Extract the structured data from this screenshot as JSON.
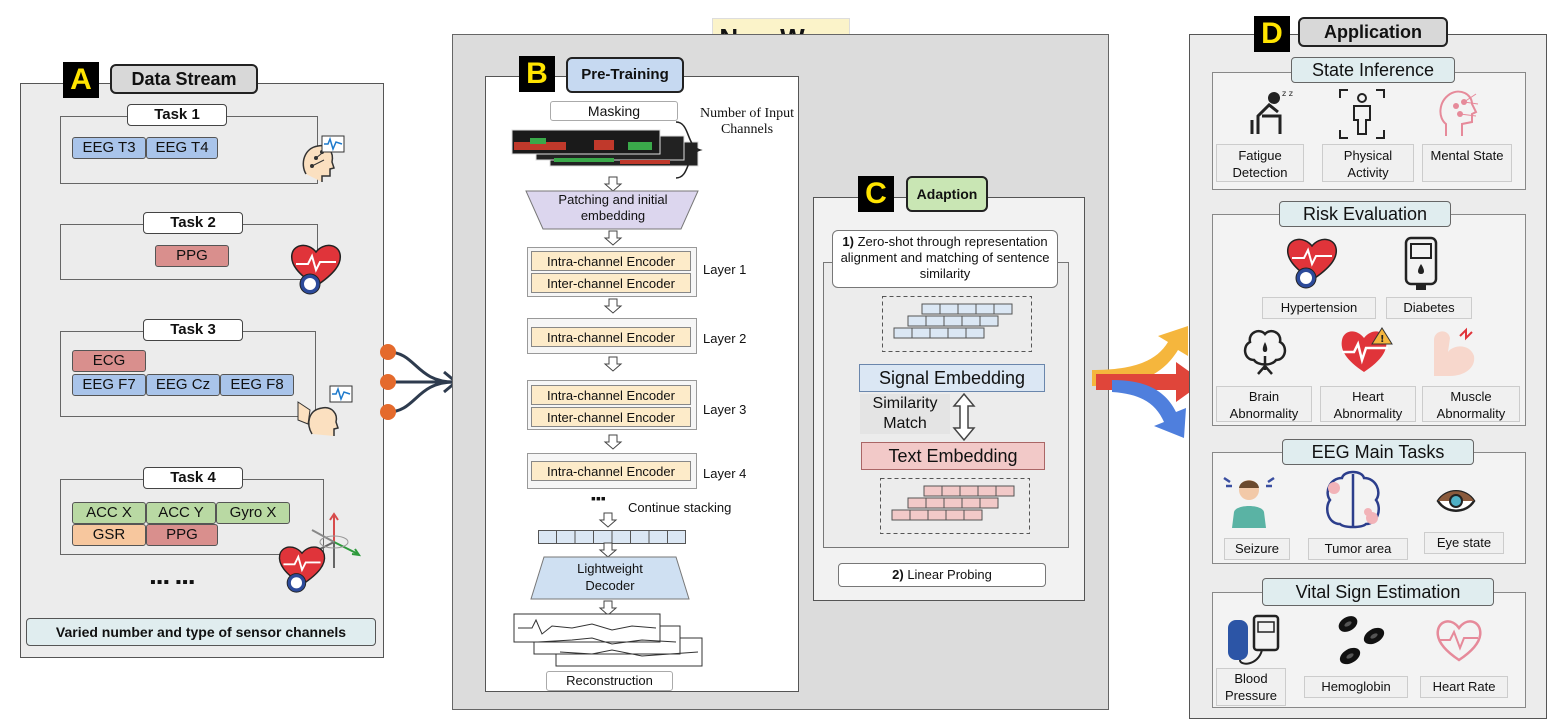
{
  "title": "NormWear",
  "panel_a": {
    "letter": "A",
    "title": "Data Stream",
    "tasks": [
      {
        "label": "Task 1",
        "channels": [
          "EEG T3",
          "EEG T4"
        ]
      },
      {
        "label": "Task 2",
        "channels": [
          "PPG"
        ]
      },
      {
        "label": "Task 3",
        "channels": [
          "ECG",
          "EEG F7",
          "EEG Cz",
          "EEG F8"
        ]
      },
      {
        "label": "Task 4",
        "channels": [
          "ACC X",
          "ACC Y",
          "Gyro X",
          "GSR",
          "PPG"
        ]
      }
    ],
    "ellipsis": "▪▪▪  ▪▪▪",
    "footer": "Varied number and type of sensor channels"
  },
  "panel_b": {
    "letter": "B",
    "title": "Pre-Training",
    "masking": "Masking",
    "num_channels": "Number of Input Channels",
    "patching": "Patching and initial embedding",
    "intra": "Intra-channel Encoder",
    "inter": "Inter-channel Encoder",
    "layers": [
      "Layer 1",
      "Layer 2",
      "Layer 3",
      "Layer 4"
    ],
    "continue": "Continue stacking",
    "ellipsis": "▪▪▪",
    "decoder": "Lightweight Decoder",
    "reconstruction": "Reconstruction"
  },
  "panel_c": {
    "letter": "C",
    "title": "Adaption",
    "zero_shot_num": "1)",
    "zero_shot": "Zero-shot through representation alignment and matching of sentence similarity",
    "signal_embedding": "Signal Embedding",
    "similarity": "Similarity Match",
    "text_embedding": "Text Embedding",
    "linear_num": "2)",
    "linear": "Linear Probing"
  },
  "panel_d": {
    "letter": "D",
    "title": "Application",
    "sections": [
      {
        "title": "State Inference",
        "items": [
          "Fatigue Detection",
          "Physical Activity",
          "Mental State"
        ]
      },
      {
        "title": "Risk Evaluation",
        "items": [
          "Hypertension",
          "Diabetes",
          "Brain Abnormality",
          "Heart Abnormality",
          "Muscle Abnormality"
        ]
      },
      {
        "title": "EEG Main Tasks",
        "items": [
          "Seizure",
          "Tumor area",
          "Eye state"
        ]
      },
      {
        "title": "Vital Sign Estimation",
        "items": [
          "Blood Pressure",
          "Hemoglobin",
          "Heart Rate"
        ]
      }
    ]
  },
  "colors": {
    "accent_yellow": "#ffe400",
    "channel_blue": "#a9c4ea",
    "channel_red": "#d98f8d",
    "channel_green": "#b9d9a3",
    "channel_orange": "#f7c79e",
    "encoder": "#fdebc9",
    "adaption_green": "#c9e6b4",
    "pretrain_blue": "#c6d9f1"
  }
}
